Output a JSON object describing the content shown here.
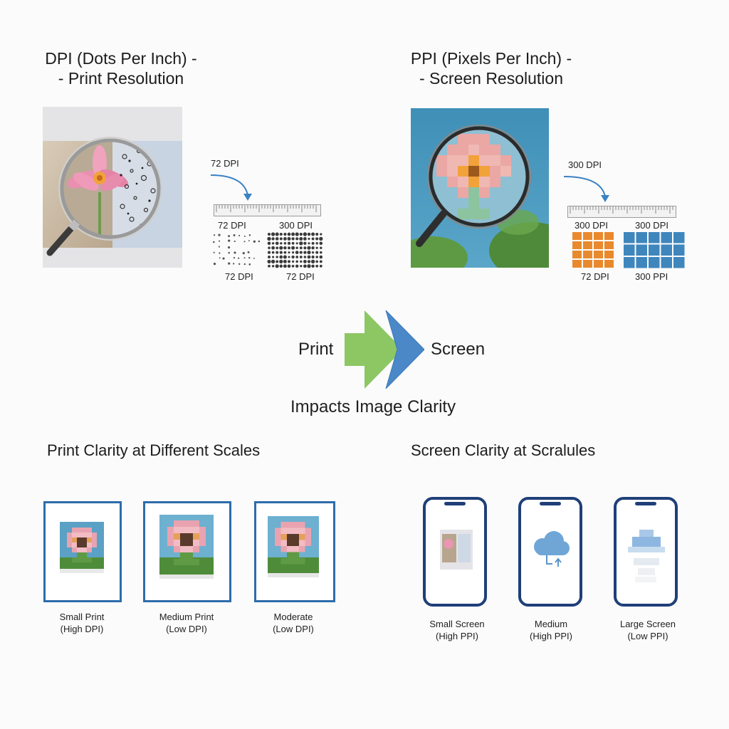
{
  "dpi_section": {
    "title_line1": "DPI (Dots Per Inch) -",
    "title_line2": "- Print Resolution",
    "arrow_label": "72 DPI",
    "ruler_label_left": "72 DPI",
    "ruler_label_right": "300 DPI",
    "bottom_label_left": "72 DPI",
    "bottom_label_right": "72 DPI"
  },
  "ppi_section": {
    "title_line1": "PPI (Pixels Per Inch) -",
    "title_line2": "- Screen Resolution",
    "arrow_label": "300 DPI",
    "ruler_label_left": "300 DPI",
    "ruler_label_right": "300 DPI",
    "bottom_label_left": "72 DPI",
    "bottom_label_right": "300 PPI"
  },
  "flow": {
    "left_label": "Print",
    "right_label": "Screen",
    "caption": "Impacts Image Clarity"
  },
  "print_clarity": {
    "title": "Print Clarity at Different Scales",
    "items": [
      {
        "line1": "Small Print",
        "line2": "(High DPI)"
      },
      {
        "line1": "Medium Print",
        "line2": "(Low DPI)"
      },
      {
        "line1": "Moderate",
        "line2": "(Low DPI)"
      }
    ]
  },
  "screen_clarity": {
    "title": "Screen Clarity at Scralules",
    "items": [
      {
        "line1": "Small Screen",
        "line2": "(High PPI)"
      },
      {
        "line1": "Medium",
        "line2": "(High PPI)"
      },
      {
        "line1": "Large Screen",
        "line2": "(Low PPI)"
      }
    ]
  },
  "colors": {
    "frame_blue": "#2d6cab",
    "phone_navy": "#1f3f78",
    "arrow_green": "#8cc764",
    "arrow_blue": "#4a88c8",
    "pixel_orange": "#e9892d",
    "pixel_blue": "#3f86bd"
  }
}
